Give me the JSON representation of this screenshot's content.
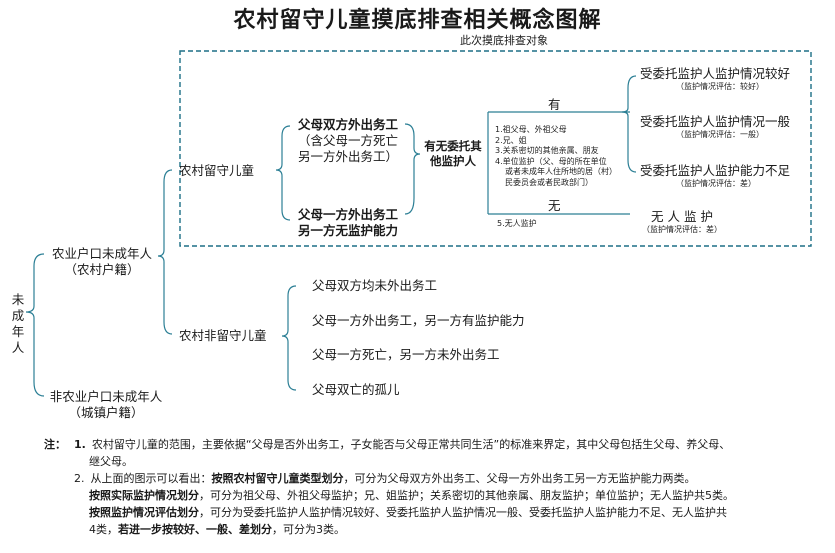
{
  "title": "农村留守儿童摸底排查相关概念图解",
  "subtitle": "此次摸底排查对象",
  "root": [
    "未",
    "成",
    "年",
    "人"
  ],
  "rural": {
    "line1": "农业户口未成年人",
    "line2": "（农村户籍）"
  },
  "urban": {
    "line1": "非农业户口未成年人",
    "line2": "（城镇户籍）"
  },
  "left_behind": "农村留守儿童",
  "not_left_behind": "农村非留守儿童",
  "type_both": {
    "line1": "父母双方外出务工",
    "line2": "（含父母一方死亡",
    "line3": "另一方外出务工）"
  },
  "type_one": {
    "line1": "父母一方外出务工",
    "line2": "另一方无监护能力"
  },
  "question": {
    "line1": "有无委托其",
    "line2": "他监护人"
  },
  "yes_label": "有",
  "no_label": "无",
  "guardians": [
    "1.祖父母、外祖父母",
    "2.兄、姐",
    "3.关系密切的其他亲属、朋友",
    "4.单位监护（父、母的所在单位",
    "或者未成年人住所地的居（村）",
    "民委员会或者民政部门）"
  ],
  "no_guardian_item": "5.无人监护",
  "outcomes": [
    {
      "main": "受委托监护人监护情况较好",
      "sub": "（监护情况评估：较好）"
    },
    {
      "main": "受委托监护人监护情况一般",
      "sub": "（监护情况评估：一般）"
    },
    {
      "main": "受委托监护人监护能力不足",
      "sub": "（监护情况评估：差）"
    }
  ],
  "no_guardian": {
    "main": "无 人 监 护",
    "sub": "（监护情况评估：差）"
  },
  "non_left_items": [
    "父母双方均未外出务工",
    "父母一方外出务工，另一方有监护能力",
    "父母一方死亡，另一方未外出务工",
    "父母双亡的孤儿"
  ],
  "notes": {
    "label": "注：",
    "n1_num": "1.",
    "n1_line1": "农村留守儿童的范围，主要依据“父母是否外出务工，子女能否与父母正常共同生活”的标准来界定，其中父母包括生父母、养父母、",
    "n1_line2": "继父母。",
    "n2_num": "2.",
    "n2_a": "从上面的图示可以看出：",
    "n2_b": "按照农村留守儿童类型划分",
    "n2_c": "，可分为父母双方外出务工、父母一方外出务工另一方无监护能力两类。",
    "n3_a": "按照实际监护情况划分",
    "n3_b": "，可分为祖父母、外祖父母监护；兄、姐监护；关系密切的其他亲属、朋友监护；单位监护；无人监护共5类。",
    "n4_a": "按照监护情况评估划分",
    "n4_b": "，可分为受委托监护人监护情况较好、受委托监护人监护情况一般、受委托监护人监护能力不足、无人监护共",
    "n5_a": "4类，",
    "n5_b": "若进一步按较好、一般、差划分",
    "n5_c": "，可分为3类。"
  }
}
